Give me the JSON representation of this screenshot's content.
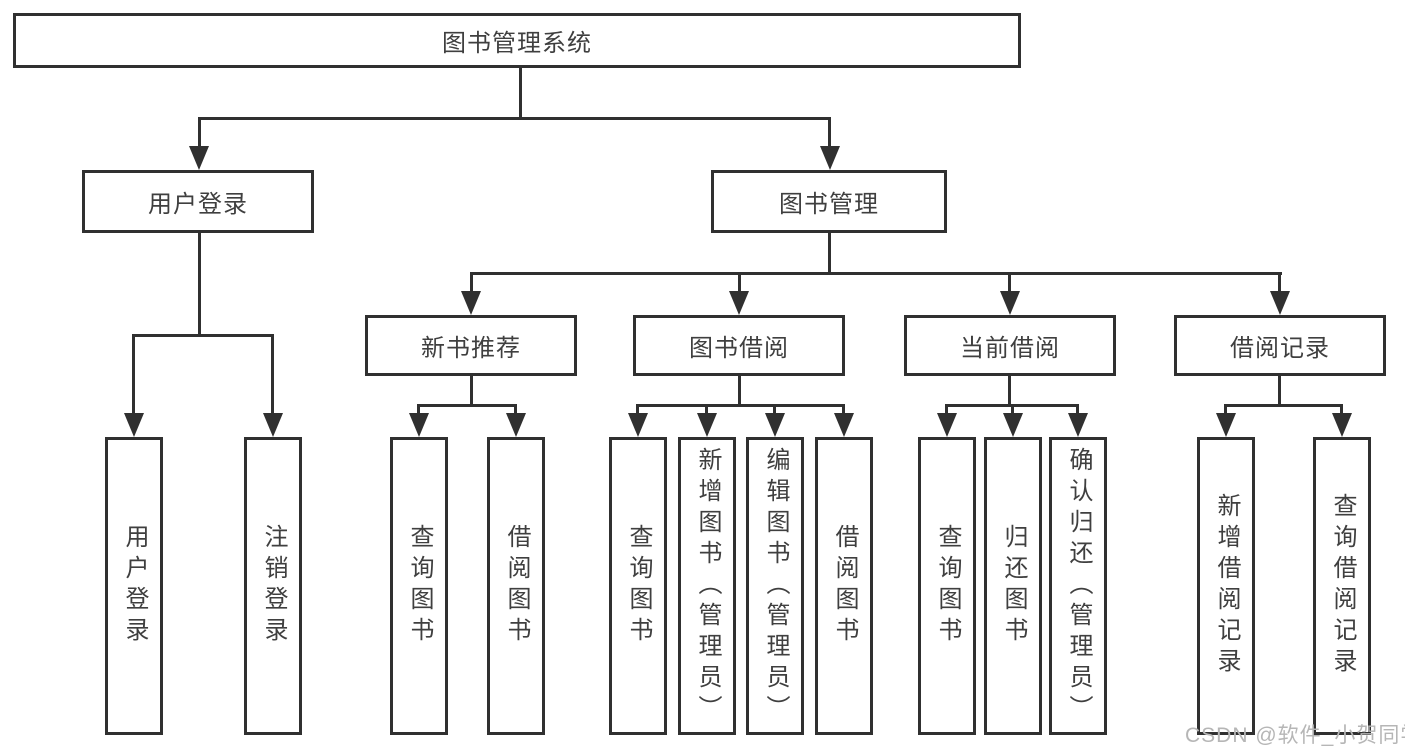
{
  "diagram_title": "图书管理系统",
  "watermark": "CSDN @软件_小贺同学",
  "colors": {
    "line": "#303030",
    "text": "#3f3f3f",
    "background": "#ffffff",
    "watermark": "#b6b6b6"
  },
  "nodes": {
    "root": {
      "label": "图书管理系统"
    },
    "user_login": {
      "label": "用户登录"
    },
    "book_mgmt": {
      "label": "图书管理"
    },
    "new_book_rec": {
      "label": "新书推荐"
    },
    "book_borrow": {
      "label": "图书借阅"
    },
    "current_borrow": {
      "label": "当前借阅"
    },
    "borrow_records": {
      "label": "借阅记录"
    },
    "leaf_user_login": {
      "label": "用户登录"
    },
    "leaf_logout": {
      "label": "注销登录"
    },
    "leaf_rec_query": {
      "label": "查询图书"
    },
    "leaf_rec_borrow": {
      "label": "借阅图书"
    },
    "leaf_bb_query": {
      "label": "查询图书"
    },
    "leaf_bb_add": {
      "label": "新增图书（管理员）"
    },
    "leaf_bb_edit": {
      "label": "编辑图书（管理员）"
    },
    "leaf_bb_borrow": {
      "label": "借阅图书"
    },
    "leaf_cb_query": {
      "label": "查询图书"
    },
    "leaf_cb_return": {
      "label": "归还图书"
    },
    "leaf_cb_confirm": {
      "label": "确认归还（管理员）"
    },
    "leaf_br_add": {
      "label": "新增借阅记录"
    },
    "leaf_br_query": {
      "label": "查询借阅记录"
    }
  },
  "edges": [
    [
      "root",
      "user_login"
    ],
    [
      "root",
      "book_mgmt"
    ],
    [
      "user_login",
      "leaf_user_login"
    ],
    [
      "user_login",
      "leaf_logout"
    ],
    [
      "book_mgmt",
      "new_book_rec"
    ],
    [
      "book_mgmt",
      "book_borrow"
    ],
    [
      "book_mgmt",
      "current_borrow"
    ],
    [
      "book_mgmt",
      "borrow_records"
    ],
    [
      "new_book_rec",
      "leaf_rec_query"
    ],
    [
      "new_book_rec",
      "leaf_rec_borrow"
    ],
    [
      "book_borrow",
      "leaf_bb_query"
    ],
    [
      "book_borrow",
      "leaf_bb_add"
    ],
    [
      "book_borrow",
      "leaf_bb_edit"
    ],
    [
      "book_borrow",
      "leaf_bb_borrow"
    ],
    [
      "current_borrow",
      "leaf_cb_query"
    ],
    [
      "current_borrow",
      "leaf_cb_return"
    ],
    [
      "current_borrow",
      "leaf_cb_confirm"
    ],
    [
      "borrow_records",
      "leaf_br_add"
    ],
    [
      "borrow_records",
      "leaf_br_query"
    ]
  ]
}
